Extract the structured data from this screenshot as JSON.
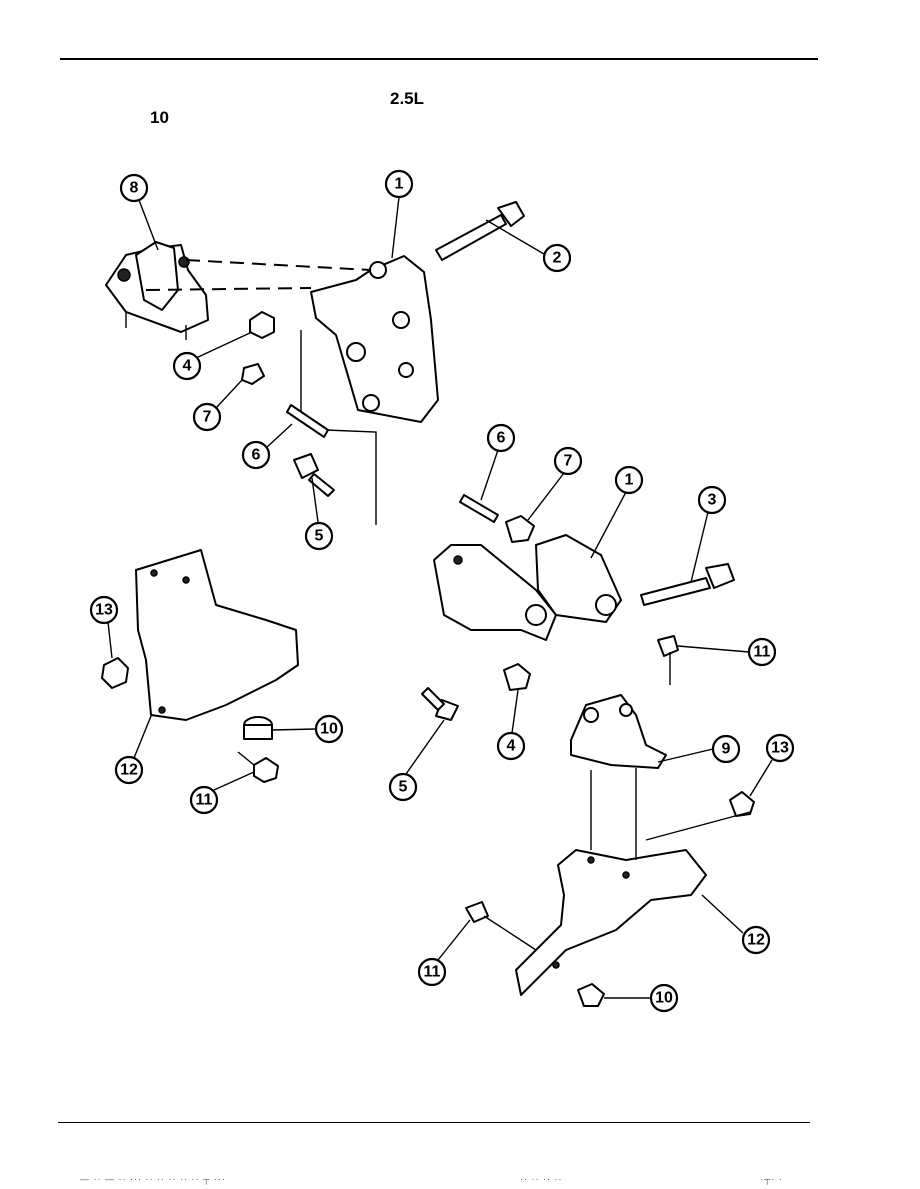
{
  "header": {
    "line1": "2.5L",
    "line2": "10"
  },
  "footer": {
    "noise_left": "— ·· — ·· ··· ·· ·· ·· ·· ·· ┬ ···",
    "noise_mid": "·· ·· ·· ··",
    "noise_right": "·┬· ·"
  },
  "callouts": {
    "c1a": "1",
    "c2": "2",
    "c8": "8",
    "c4a": "4",
    "c7a": "7",
    "c6a": "6",
    "c5a": "5",
    "c6b": "6",
    "c7b": "7",
    "c1b": "1",
    "c3": "3",
    "c11a": "11",
    "c4b": "4",
    "c5b": "5",
    "c9": "9",
    "c13a": "13",
    "c13b": "13",
    "c10a": "10",
    "c12a": "12",
    "c11b": "11",
    "c12b": "12",
    "c11c": "11",
    "c10b": "10"
  }
}
